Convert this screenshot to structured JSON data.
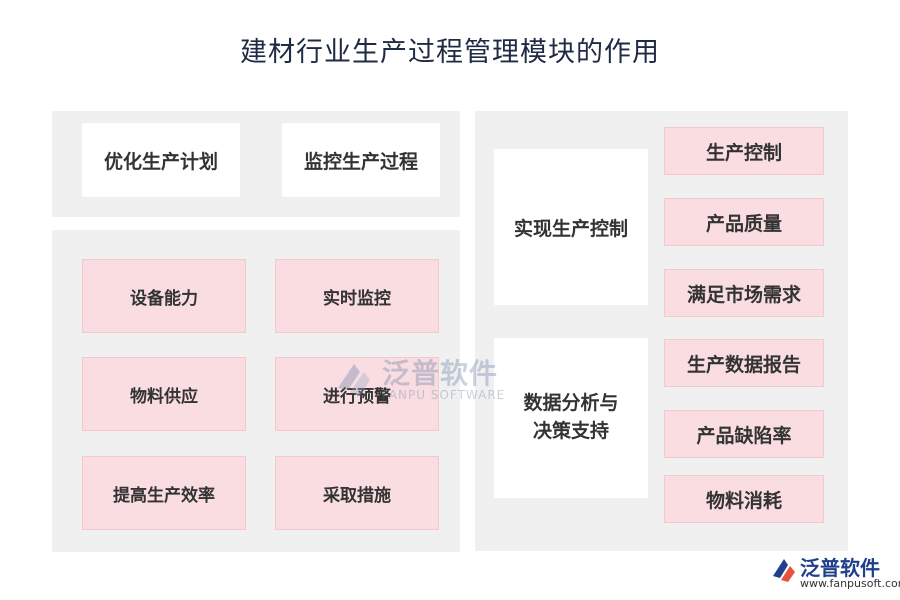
{
  "title": "建材行业生产过程管理模块的作用",
  "left_top": {
    "items": [
      "优化生产计划",
      "监控生产过程"
    ]
  },
  "left_bottom": {
    "items": [
      "设备能力",
      "实时监控",
      "物料供应",
      "进行预警",
      "提高生产效率",
      "采取措施"
    ]
  },
  "right": {
    "group1": {
      "label": "实现生产控制",
      "items": [
        "生产控制",
        "产品质量",
        "满足市场需求"
      ]
    },
    "group2": {
      "label": "数据分析与\n决策支持",
      "items": [
        "生产数据报告",
        "产品缺陷率",
        "物料消耗"
      ]
    }
  },
  "watermark": {
    "name": "泛普软件",
    "sub": "FANPU SOFTWARE"
  },
  "brand": {
    "name": "泛普软件",
    "url": "www.fanpusoft.com"
  },
  "colors": {
    "panel": "#f0f0f0",
    "pink": "#f9dde1",
    "title": "#1f2a44",
    "logo_blue": "#1f3f8a",
    "logo_red": "#e5533d"
  }
}
